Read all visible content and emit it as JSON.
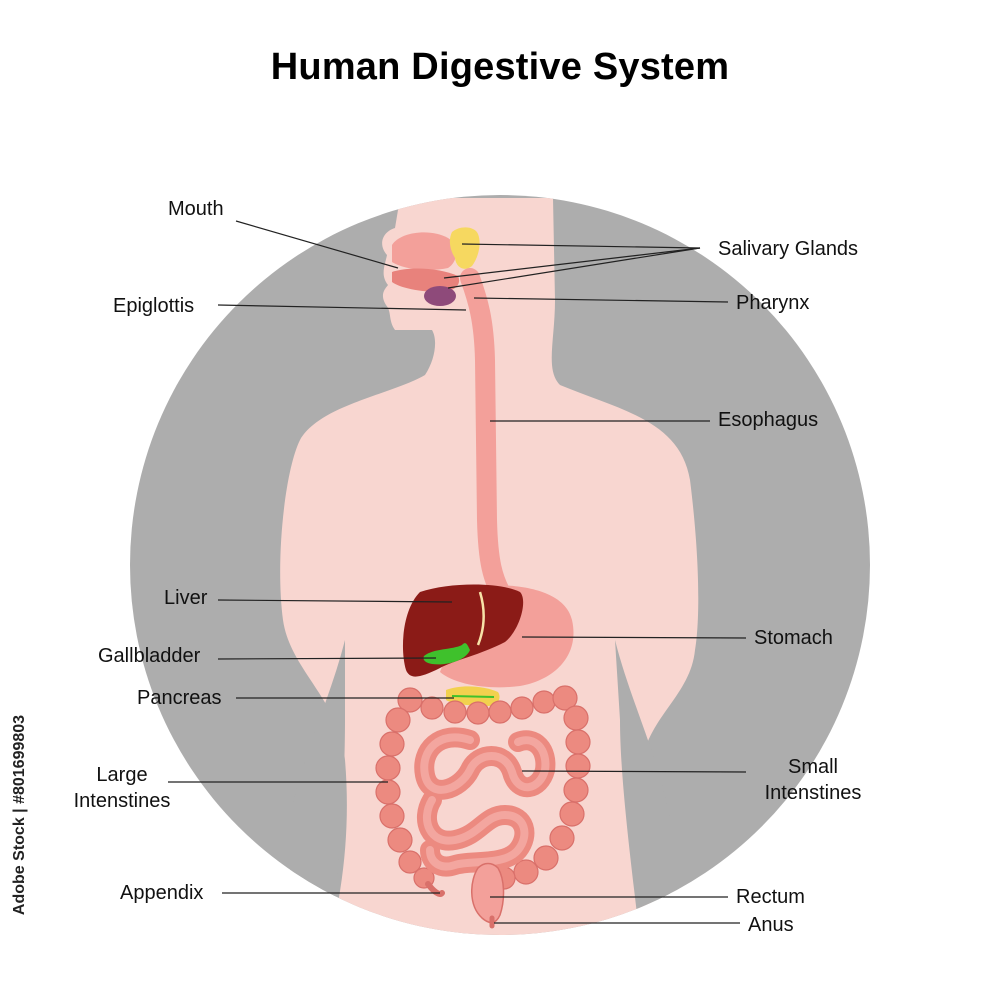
{
  "title": "Human Digestive System",
  "labels": {
    "mouth": "Mouth",
    "salivary_glands": "Salivary Glands",
    "epiglottis": "Epiglottis",
    "pharynx": "Pharynx",
    "esophagus": "Esophagus",
    "liver": "Liver",
    "stomach": "Stomach",
    "gallbladder": "Gallbladder",
    "pancreas": "Pancreas",
    "large_intestines_1": "Large",
    "large_intestines_2": "Intenstines",
    "small_intestines_1": "Small",
    "small_intestines_2": "Intenstines",
    "appendix": "Appendix",
    "rectum": "Rectum",
    "anus": "Anus"
  },
  "watermark": {
    "vertical_id": "Adobe Stock | #801699803"
  },
  "colors": {
    "background_circle": "#adadad",
    "body": "#f8d6d0",
    "tract": "#f3a09a",
    "liver": "#8b1b17",
    "gallbladder": "#3fc12c",
    "pancreas": "#f2d14e",
    "salivary": "#f6d860",
    "intestine": "#ec8a80"
  }
}
